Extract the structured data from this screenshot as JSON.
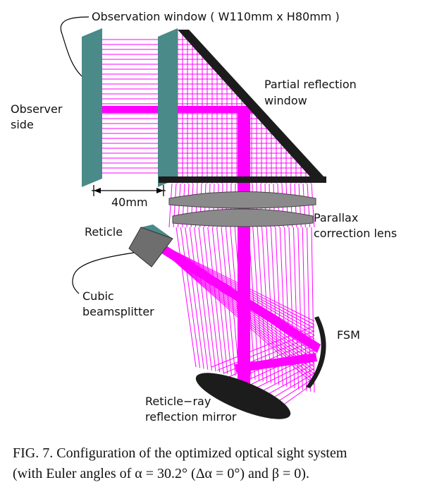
{
  "labels": {
    "observation_window": "Observation window ( W110mm x H80mm )",
    "observer_side_1": "Observer",
    "observer_side_2": "side",
    "partial_reflection_1": "Partial reflection",
    "partial_reflection_2": "window",
    "dimension": "40mm",
    "reticle": "Reticle",
    "parallax_1": "Parallax",
    "parallax_2": "correction lens",
    "cubic_1": "Cubic",
    "cubic_2": "beamsplitter",
    "fsm": "FSM",
    "reticle_ray_1": "Reticle−ray",
    "reticle_ray_2": "reflection mirror"
  },
  "caption": {
    "line1": "FIG. 7. Configuration of the optimized optical sight system",
    "line2": "(with Euler angles of α = 30.2° (Δα = 0°) and β = 0)."
  },
  "colors": {
    "ray": "#ff00ff",
    "window_panel": "#4a8a88",
    "dark_element": "#1c1c1c",
    "lens": "#8a8a8a",
    "cube": "#6e6e6e"
  }
}
